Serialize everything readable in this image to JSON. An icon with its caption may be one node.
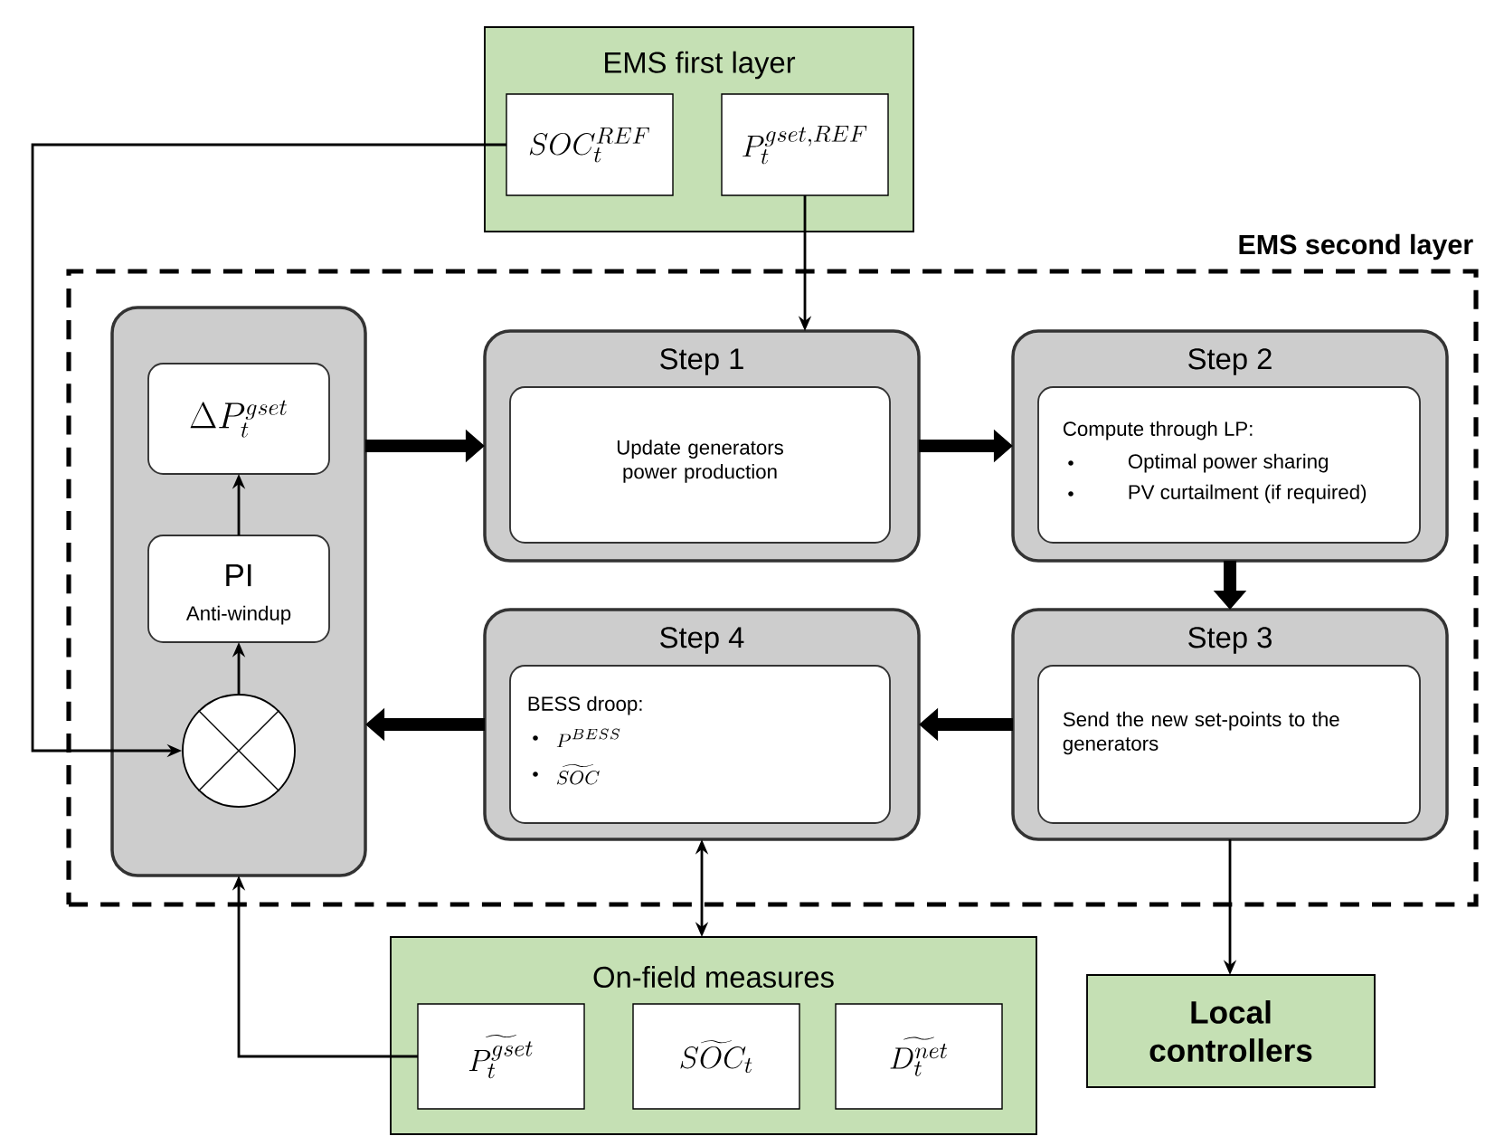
{
  "diagram": {
    "nodes": [
      {
        "text": [
          "EMS first layer"
        ]
      },
      {
        "text": [
          "SOC_t^{REF}"
        ],
        "in": 0
      },
      {
        "text": [
          "P_t^{gset,REF}"
        ],
        "in": 0
      },
      {
        "text": [
          "EMS second layer"
        ]
      },
      {
        "text": [],
        "shape": "box",
        "in": 3
      },
      {
        "text": [
          "\\Delta P_t^{gset}"
        ],
        "in": 4
      },
      {
        "text": [
          "PI",
          "Anti-windup"
        ],
        "in": 4
      },
      {
        "text": [],
        "shape": "circle",
        "in": 4
      },
      {
        "text": [
          "Step 1"
        ],
        "in": 3
      },
      {
        "text": [
          "Update generators power production"
        ],
        "in": 8
      },
      {
        "text": [
          "Step 2"
        ],
        "in": 3
      },
      {
        "text": [
          "Compute through LP:",
          "Optimal power sharing",
          "PV curtailment (if required)"
        ],
        "in": 10
      },
      {
        "text": [
          "Step 3"
        ],
        "in": 3
      },
      {
        "text": [
          "Send the new set-points to the generators"
        ],
        "in": 12
      },
      {
        "text": [
          "Step 4"
        ],
        "in": 3
      },
      {
        "text": [
          "BESS droop:",
          "P^{BESS}",
          "\\widetilde{SOC}"
        ],
        "in": 14
      },
      {
        "text": [
          "On-field measures"
        ]
      },
      {
        "text": [
          "\\widetilde{P_t^{gset}}"
        ],
        "in": 16
      },
      {
        "text": [
          "\\widetilde{SOC_t}"
        ],
        "in": 16
      },
      {
        "text": [
          "\\widetilde{D_t^{net}}"
        ],
        "in": 16
      },
      {
        "text": [
          "Local controllers"
        ]
      }
    ],
    "edges": [
      {
        "from": 1,
        "to": 7,
        "arrow": "to"
      },
      {
        "from": 2,
        "to": 8,
        "arrow": "to"
      },
      {
        "from": 7,
        "to": 6,
        "arrow": "to"
      },
      {
        "from": 6,
        "to": 5,
        "arrow": "to"
      },
      {
        "from": 4,
        "to": 8,
        "arrow": "to",
        "style": "thick"
      },
      {
        "from": 8,
        "to": 10,
        "arrow": "to",
        "style": "thick"
      },
      {
        "from": 10,
        "to": 12,
        "arrow": "to",
        "style": "thick"
      },
      {
        "from": 12,
        "to": 14,
        "arrow": "to",
        "style": "thick"
      },
      {
        "from": 14,
        "to": 4,
        "arrow": "to",
        "style": "thick"
      },
      {
        "from": 14,
        "to": 16,
        "arrow": "both"
      },
      {
        "from": 12,
        "to": 20,
        "arrow": "to"
      },
      {
        "from": 17,
        "to": 4,
        "arrow": "to"
      }
    ]
  }
}
